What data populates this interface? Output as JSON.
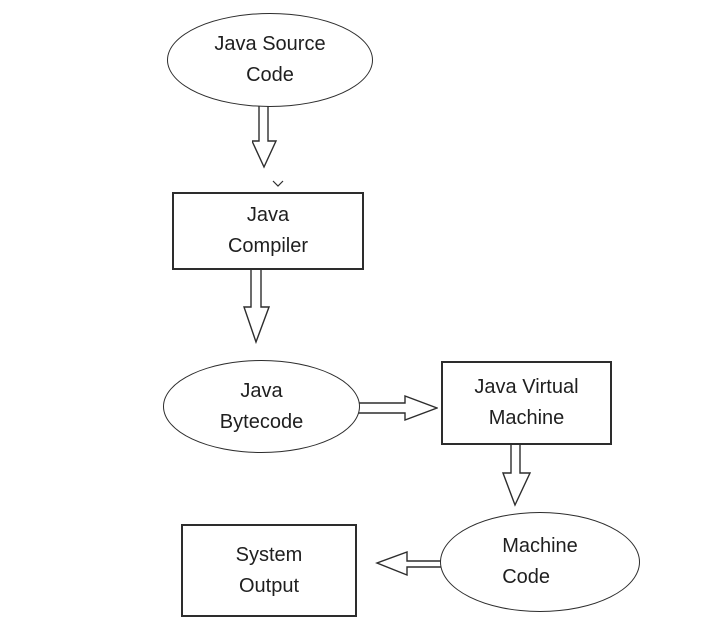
{
  "diagram": {
    "background_color": "#ffffff",
    "stroke_color": "#2d2d2d",
    "text_color": "#1f1f1f",
    "nodes": [
      {
        "id": "java-source-code",
        "shape": "ellipse",
        "lines": [
          "Java Source",
          "Code"
        ]
      },
      {
        "id": "java-compiler",
        "shape": "rect",
        "lines": [
          "Java",
          "Compiler"
        ]
      },
      {
        "id": "java-bytecode",
        "shape": "ellipse",
        "lines": [
          "Java",
          "Bytecode"
        ]
      },
      {
        "id": "java-virtual-machine",
        "shape": "rect",
        "lines": [
          "Java Virtual",
          "Machine"
        ]
      },
      {
        "id": "machine-code",
        "shape": "ellipse",
        "lines": [
          "Machine",
          "Code"
        ]
      },
      {
        "id": "system-output",
        "shape": "rect",
        "lines": [
          "System",
          "Output"
        ]
      }
    ],
    "connections": [
      {
        "from": "java-source-code",
        "to": "java-compiler",
        "direction": "down",
        "style": "hollow-block-arrow"
      },
      {
        "from": "java-compiler",
        "to": "java-bytecode",
        "direction": "down",
        "style": "hollow-block-arrow"
      },
      {
        "from": "java-bytecode",
        "to": "java-virtual-machine",
        "direction": "right",
        "style": "hollow-block-arrow"
      },
      {
        "from": "java-virtual-machine",
        "to": "machine-code",
        "direction": "down",
        "style": "hollow-block-arrow"
      },
      {
        "from": "machine-code",
        "to": "system-output",
        "direction": "left",
        "style": "hollow-block-arrow"
      }
    ]
  }
}
